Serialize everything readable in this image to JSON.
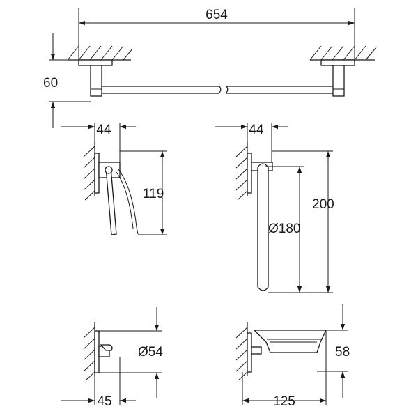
{
  "dimensions": {
    "bar_length": "654",
    "bar_projection": "60",
    "holder_width": "44",
    "holder_height": "119",
    "ring_width": "44",
    "ring_height": "200",
    "ring_diameter": "Ø180",
    "hook_diameter": "Ø54",
    "hook_width": "45",
    "soap_width": "125",
    "soap_height": "58"
  }
}
